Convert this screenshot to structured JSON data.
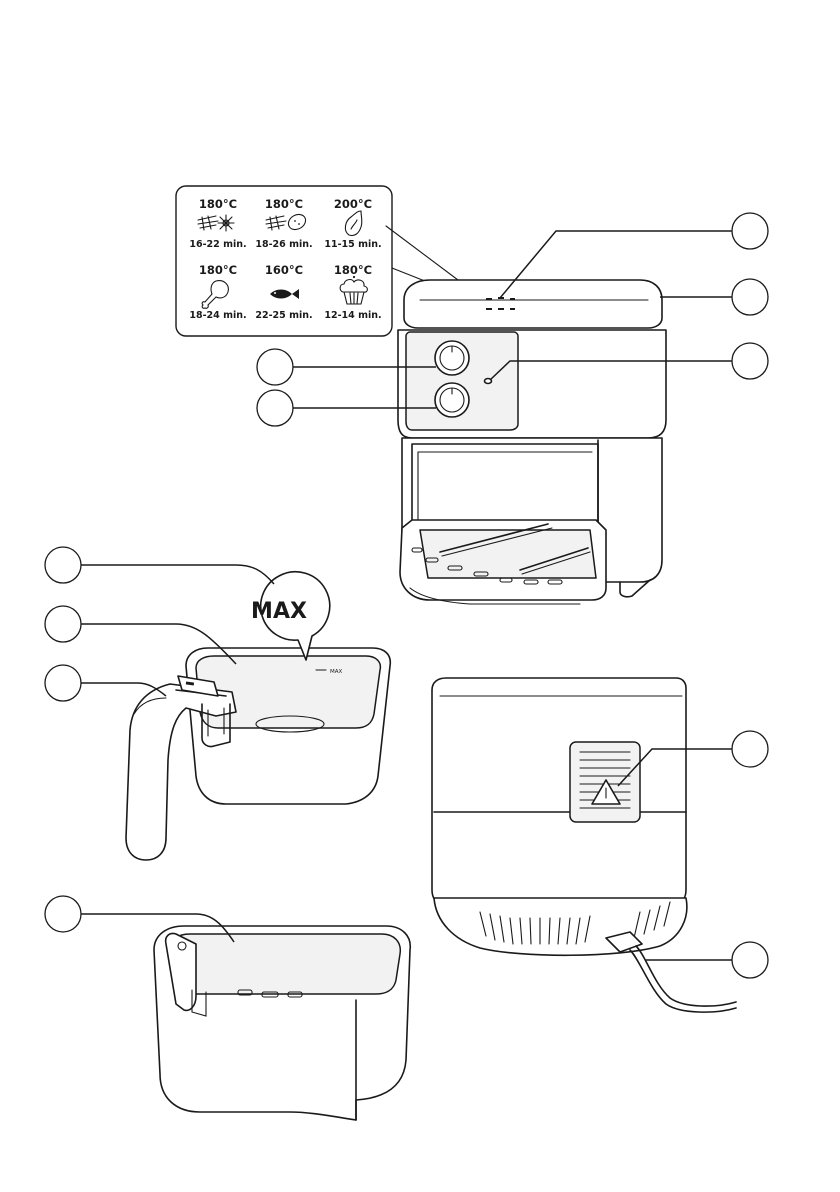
{
  "presets": [
    {
      "temp": "180°C",
      "time": "16-22 min.",
      "icon": "frozen-fries-icon"
    },
    {
      "temp": "180°C",
      "time": "18-26 min.",
      "icon": "potato-fries-icon"
    },
    {
      "temp": "200°C",
      "time": "11-15 min.",
      "icon": "drumstick-meat-icon"
    },
    {
      "temp": "180°C",
      "time": "18-24 min.",
      "icon": "chicken-leg-icon"
    },
    {
      "temp": "160°C",
      "time": "22-25 min.",
      "icon": "fish-icon"
    },
    {
      "temp": "180°C",
      "time": "12-14 min.",
      "icon": "muffin-icon"
    }
  ],
  "max_callout": "MAX",
  "max_mark": "MAX",
  "callout_count": 10,
  "colors": {
    "line": "#1a1a1a",
    "background": "#ffffff"
  }
}
